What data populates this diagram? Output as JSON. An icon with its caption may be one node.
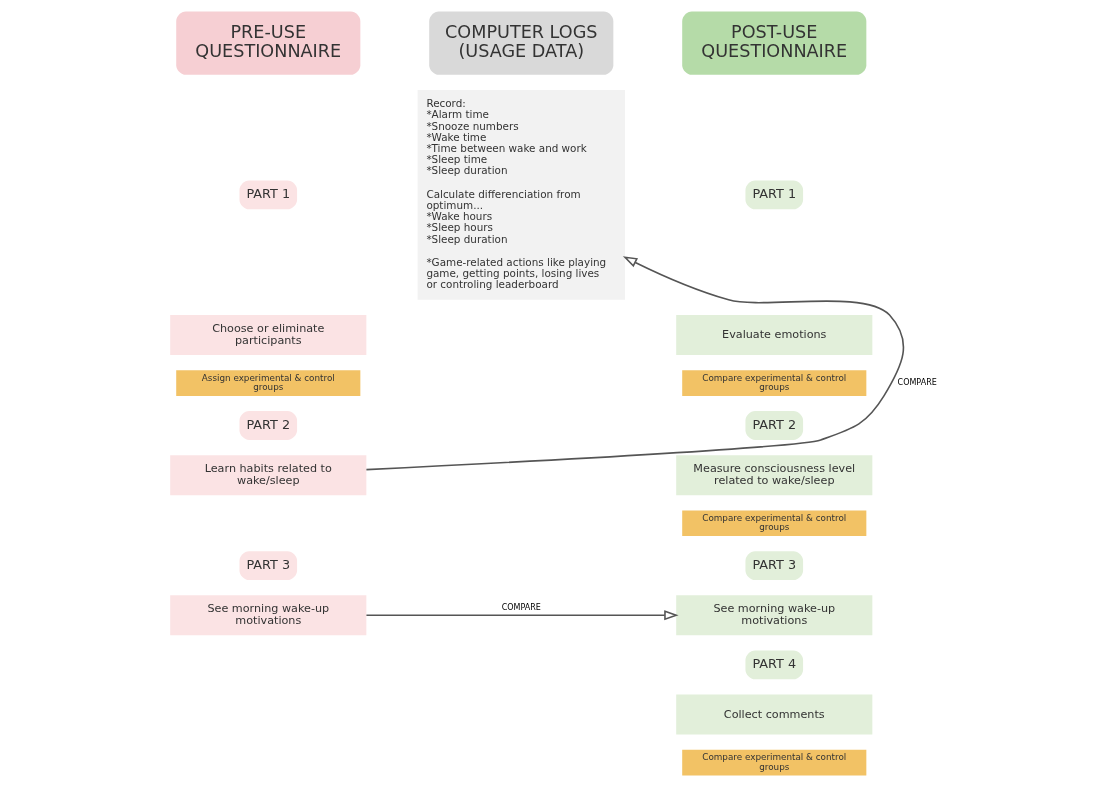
{
  "diagram": {
    "nodes": [
      {
        "text": [
          "PRE-USE QUESTIONNAIRE"
        ]
      },
      {
        "text": [
          "PART 1"
        ]
      },
      {
        "text": [
          "Choose or eliminate participants"
        ]
      },
      {
        "text": [
          "Assign experimental & control groups"
        ]
      },
      {
        "text": [
          "PART 2"
        ]
      },
      {
        "text": [
          "Learn habits related to wake/sleep"
        ]
      },
      {
        "text": [
          "PART 3"
        ]
      },
      {
        "text": [
          "See morning wake-up motivations"
        ]
      },
      {
        "text": [
          "COMPUTER LOGS (USAGE DATA)"
        ]
      },
      {
        "text": [
          "Record: *Alarm time *Snooze numbers *Wake time *Time between wake and work *Sleep time *Sleep duration",
          "Calculate differenciation from optimum... *Wake hours *Sleep hours *Sleep duration",
          "*Game-related actions like playing game, getting points, losing lives or controling leaderboard"
        ]
      },
      {
        "text": [
          "POST-USE QUESTIONNAIRE"
        ]
      },
      {
        "text": [
          "PART 1"
        ]
      },
      {
        "text": [
          "Evaluate emotions"
        ]
      },
      {
        "text": [
          "Compare experimental & control groups"
        ]
      },
      {
        "text": [
          "PART 2"
        ]
      },
      {
        "text": [
          "Measure consciousness level related to wake/sleep"
        ]
      },
      {
        "text": [
          "Compare experimental & control groups"
        ]
      },
      {
        "text": [
          "PART 3"
        ]
      },
      {
        "text": [
          "See morning wake-up motivations"
        ]
      },
      {
        "text": [
          "PART 4"
        ]
      },
      {
        "text": [
          "Collect comments"
        ]
      },
      {
        "text": [
          "Compare experimental & control groups"
        ]
      }
    ],
    "edges": [
      {
        "from": 5,
        "to": 9,
        "arrow": "to",
        "label": "COMPARE"
      },
      {
        "from": 7,
        "to": 18,
        "arrow": "to",
        "label": "COMPARE"
      }
    ]
  }
}
